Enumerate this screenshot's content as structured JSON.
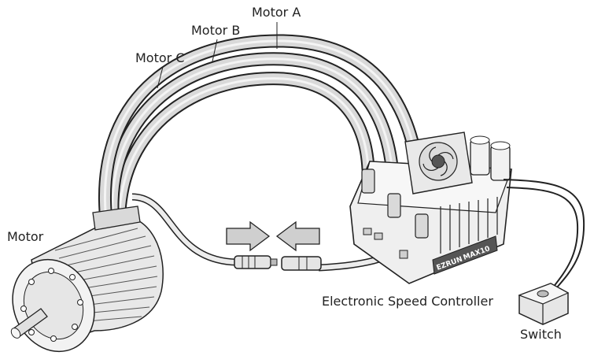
{
  "labels": {
    "motor_a": "Motor A",
    "motor_b": "Motor B",
    "motor_c": "Motor C",
    "motor": "Motor",
    "esc": "Electronic Speed Controller",
    "switch": "Switch"
  },
  "esc_branding": {
    "brand": "EZRUN",
    "model": "MAX10"
  },
  "colors": {
    "line": "#222222",
    "wire_fill": "#d9d9d9",
    "arrow_fill": "#cfcfcf",
    "background": "#ffffff"
  }
}
